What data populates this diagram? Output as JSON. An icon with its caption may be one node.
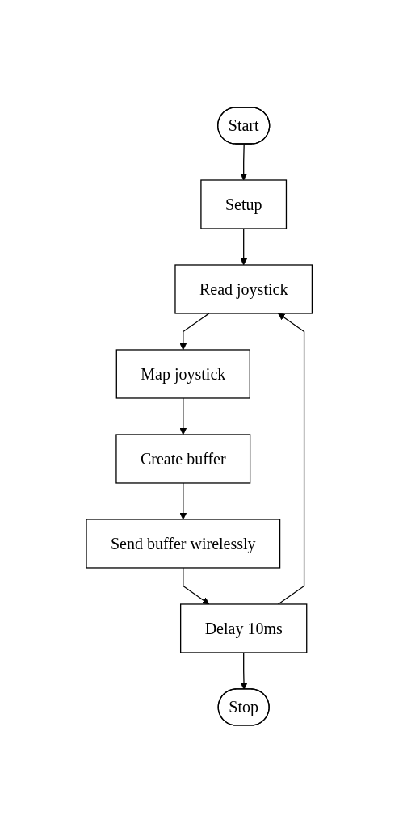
{
  "diagram": {
    "nodes": [
      {
        "text": [
          "Start"
        ]
      },
      {
        "text": [
          "Setup"
        ]
      },
      {
        "text": [
          "Read joystick"
        ]
      },
      {
        "text": [
          "Map joystick"
        ]
      },
      {
        "text": [
          "Create buffer"
        ]
      },
      {
        "text": [
          "Send buffer wirelessly"
        ]
      },
      {
        "text": [
          "Delay 10ms"
        ]
      },
      {
        "text": [
          "Stop"
        ]
      }
    ],
    "edges": [
      {
        "from": 0,
        "to": 1,
        "arrow": "to"
      },
      {
        "from": 1,
        "to": 2,
        "arrow": "to"
      },
      {
        "from": 2,
        "to": 3,
        "arrow": "to"
      },
      {
        "from": 3,
        "to": 4,
        "arrow": "to"
      },
      {
        "from": 4,
        "to": 5,
        "arrow": "to"
      },
      {
        "from": 5,
        "to": 6,
        "arrow": "to"
      },
      {
        "from": 6,
        "to": 7,
        "arrow": "to"
      },
      {
        "from": 6,
        "to": 2,
        "arrow": "to"
      }
    ]
  }
}
